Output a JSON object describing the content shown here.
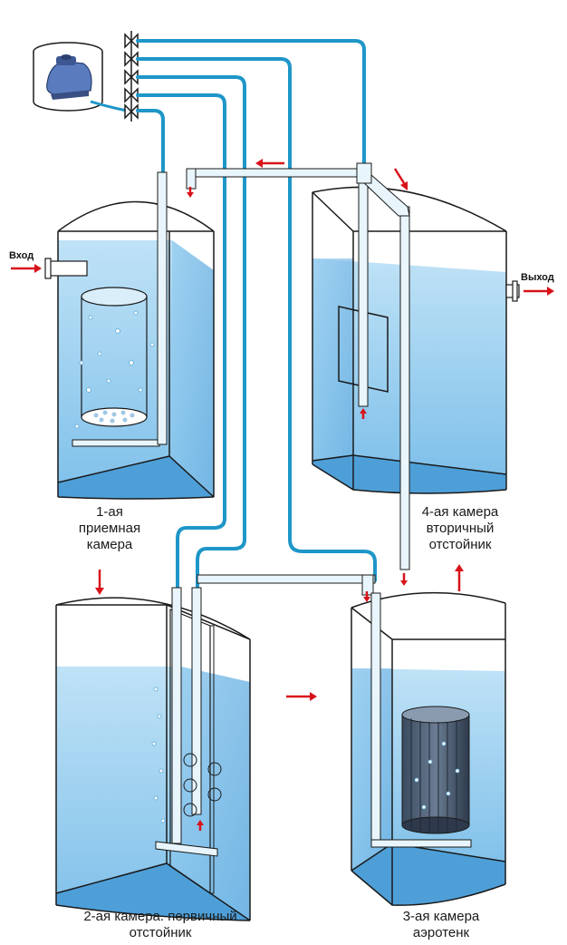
{
  "inlet_label": "Вход",
  "outlet_label": "Выход",
  "chamber1": {
    "line1": "1-ая",
    "line2": "приемная",
    "line3": "камера"
  },
  "chamber2": {
    "line1": "2-ая камера. первичный",
    "line2": "отстойник"
  },
  "chamber3": {
    "line1": "3-ая камера",
    "line2": "аэротенк"
  },
  "chamber4": {
    "line1": "4-ая камера",
    "line2": "вторичный",
    "line3": "отстойник"
  },
  "colors": {
    "pipe": "#1e96c8",
    "water": "#9fd0ee",
    "water_deep": "#6fb6e6",
    "arrow": "#d8121a",
    "outline": "#1a1a1a"
  }
}
